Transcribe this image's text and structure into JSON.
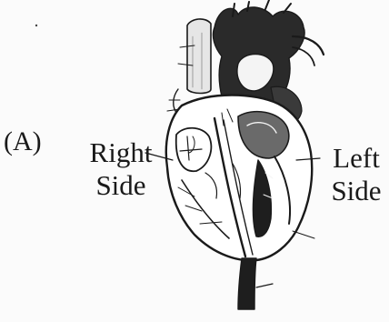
{
  "figure": {
    "panel_label": "(A)",
    "right_side": {
      "line1": "Right",
      "line2": "Side"
    },
    "left_side": {
      "line1": "Left",
      "line2": "Side"
    }
  },
  "colors": {
    "ink": "#1a1a1a",
    "background": "#fbfbfb"
  },
  "illustration": {
    "subject": "heart-cross-section-drawing"
  }
}
